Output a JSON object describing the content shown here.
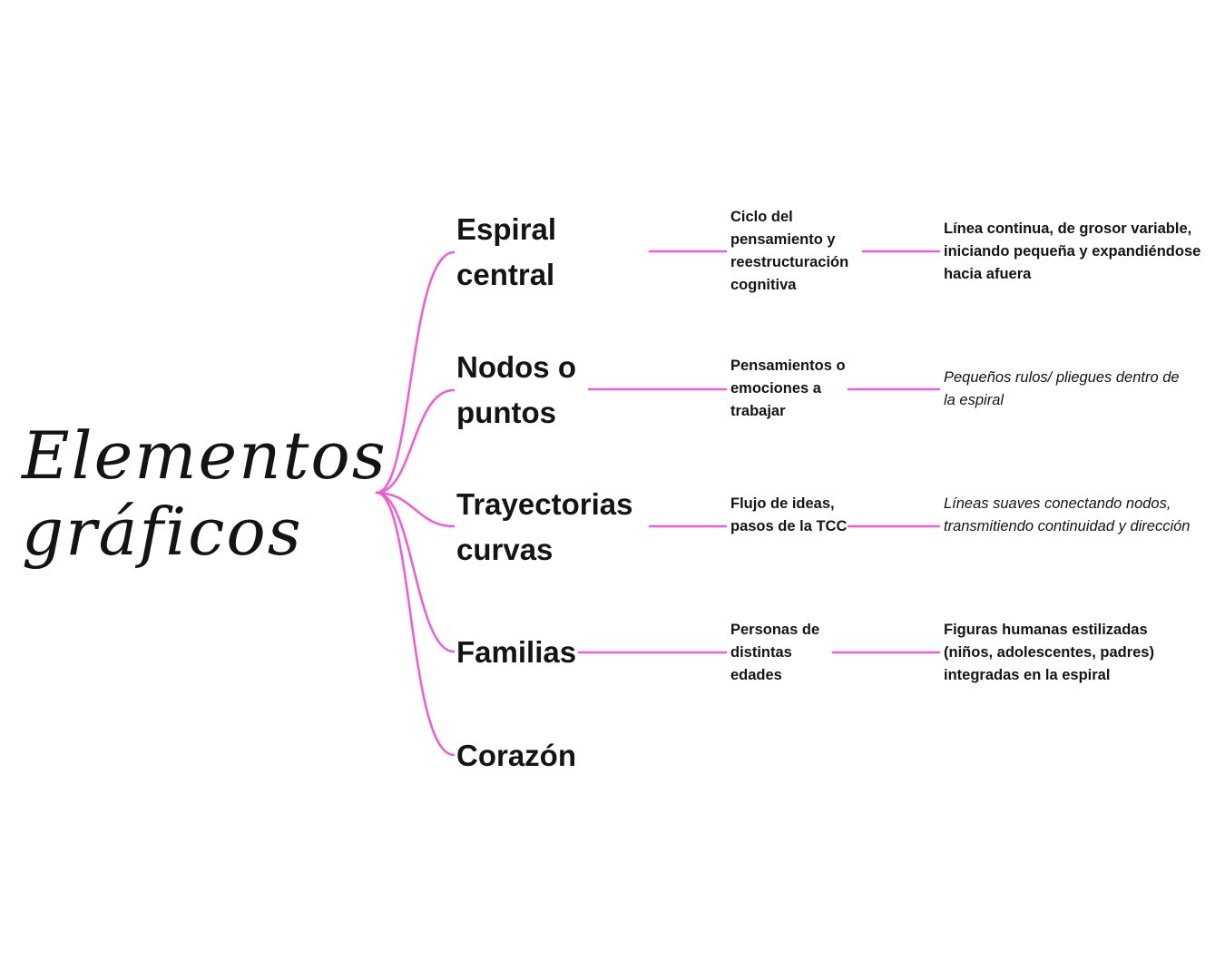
{
  "root": {
    "title_line1": "Elementos",
    "title_line2": "gráficos"
  },
  "colors": {
    "connector": "#f25ad6",
    "text": "#141414",
    "background": "#ffffff"
  },
  "branches": [
    {
      "label_line1": "Espiral",
      "label_line2": "central",
      "meaning": "Ciclo del pensamiento y reestructuración cognitiva",
      "visual": "Línea continua, de grosor variable, iniciando pequeña y expandiéndose hacia afuera"
    },
    {
      "label_line1": "Nodos o",
      "label_line2": "puntos",
      "meaning": "Pensamientos o emociones a trabajar",
      "visual": "Pequeños rulos/ pliegues dentro de la espiral"
    },
    {
      "label_line1": "Trayectorias",
      "label_line2": "curvas",
      "meaning": "Flujo de ideas, pasos de la TCC",
      "visual": "Líneas suaves conectando nodos, transmitiendo continuidad y dirección"
    },
    {
      "label_line1": "Familias",
      "meaning": "Personas de distintas edades",
      "visual": "Figuras humanas estilizadas (niños, adolescentes, padres) integradas en la espiral"
    },
    {
      "label_line1": "Corazón"
    }
  ]
}
